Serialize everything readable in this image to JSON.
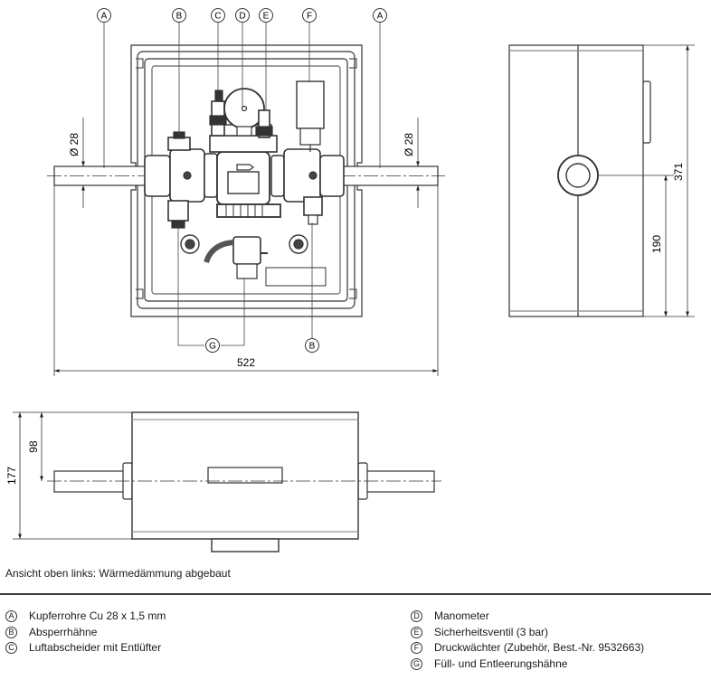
{
  "callouts": {
    "A": "A",
    "B": "B",
    "C": "C",
    "D": "D",
    "E": "E",
    "F": "F",
    "G": "G"
  },
  "dimensions": {
    "pipe_dia_left": "Ø 28",
    "pipe_dia_right": "Ø 28",
    "width": "522",
    "height": "371",
    "pipe_height": "190",
    "depth": "177",
    "pipe_depth": "98"
  },
  "caption": "Ansicht oben links: Wärmedämmung abgebaut",
  "legend_left": [
    {
      "mark": "A",
      "text": "Kupferrohre Cu 28 x 1,5 mm"
    },
    {
      "mark": "B",
      "text": "Absperrhähne"
    },
    {
      "mark": "C",
      "text": "Luftabscheider mit Entlüfter"
    }
  ],
  "legend_right": [
    {
      "mark": "D",
      "text": "Manometer"
    },
    {
      "mark": "E",
      "text": "Sicherheitsventil (3 bar)"
    },
    {
      "mark": "F",
      "text": "Druckwächter (Zubehör, Best.-Nr. 9532663)"
    },
    {
      "mark": "G",
      "text": "Füll- und Entleerungshähne"
    }
  ]
}
